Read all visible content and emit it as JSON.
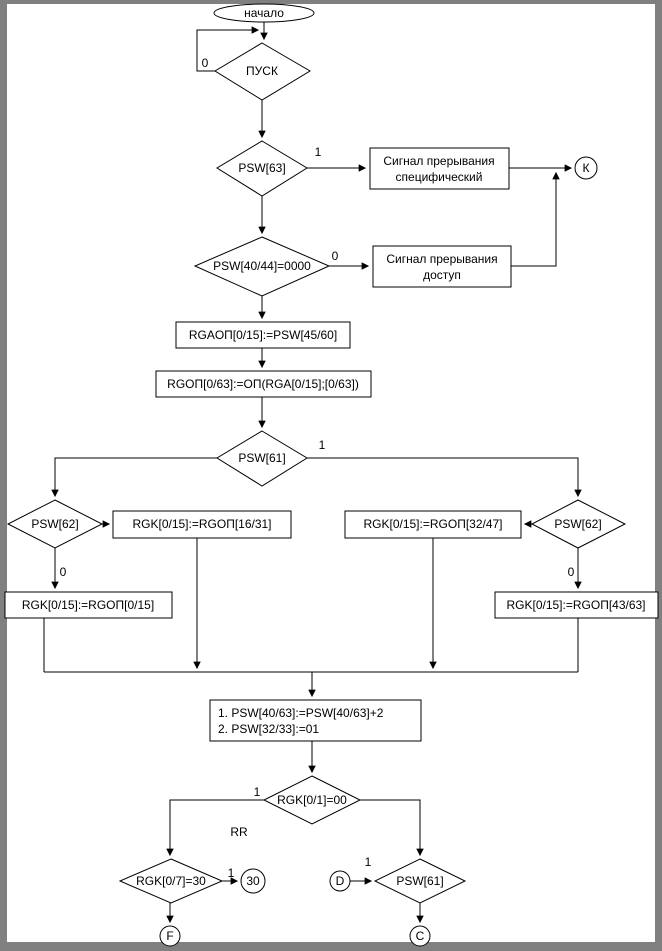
{
  "colors": {
    "window_background": "#808080",
    "page_background": "#ffffff",
    "line": "#000000",
    "shape_fill": "#ffffff"
  },
  "nodes": {
    "start": "начало",
    "pusk": "ПУСК",
    "psw63": "PSW[63]",
    "int_specific_1": "Сигнал прерывания",
    "int_specific_2": "специфический",
    "connector_k": "К",
    "psw4044": "PSW[40/44]=0000",
    "int_access_1": "Сигнал прерывания",
    "int_access_2": "доступ",
    "rgaop": "RGAОП[0/15]:=PSW[45/60]",
    "rgop": "RGОП[0/63]:=ОП(RGA[0/15];[0/63])",
    "psw61": "PSW[61]",
    "psw62_left": "PSW[62]",
    "rgk_16_31": "RGK[0/15]:=RGОП[16/31]",
    "rgk_32_47": "RGK[0/15]:=RGОП[32/47]",
    "psw62_right": "PSW[62]",
    "rgk_0_15": "RGK[0/15]:=RGОП[0/15]",
    "rgk_43_63": "RGK[0/15]:=RGОП[43/63]",
    "psw_update_1": "1. PSW[40/63]:=PSW[40/63]+2",
    "psw_update_2": "2. PSW[32/33]:=01",
    "rgk01": "RGK[0/1]=00",
    "rgk07": "RGK[0/7]=30",
    "connector_30": "30",
    "connector_f": "F",
    "connector_d": "D",
    "psw61_b": "PSW[61]",
    "connector_c": "C"
  },
  "edge_labels": {
    "pusk_loop": "0",
    "psw63_yes": "1",
    "psw4044_no": "0",
    "psw61_yes": "1",
    "psw62_left_no": "0",
    "psw62_right_no": "0",
    "rgk01_yes": "1",
    "rr": "RR",
    "rgk07_yes": "1",
    "psw61_b_yes": "1"
  }
}
